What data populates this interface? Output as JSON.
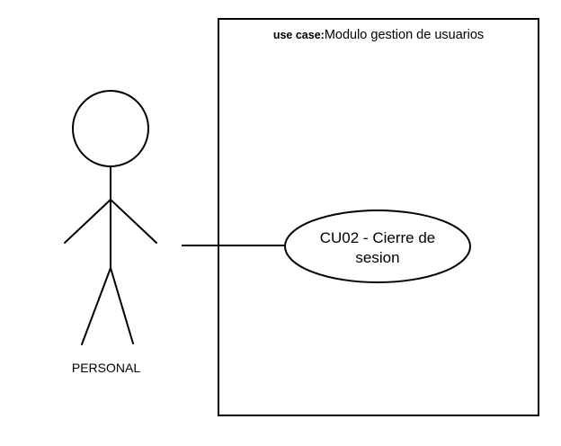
{
  "system": {
    "keyword": "use case:",
    "name": "Modulo gestion de usuarios"
  },
  "actor": {
    "name": "PERSONAL"
  },
  "use_case": {
    "line1": "CU02 - Cierre de",
    "line2": "sesion"
  },
  "colors": {
    "stroke": "#000000",
    "background": "#ffffff"
  }
}
